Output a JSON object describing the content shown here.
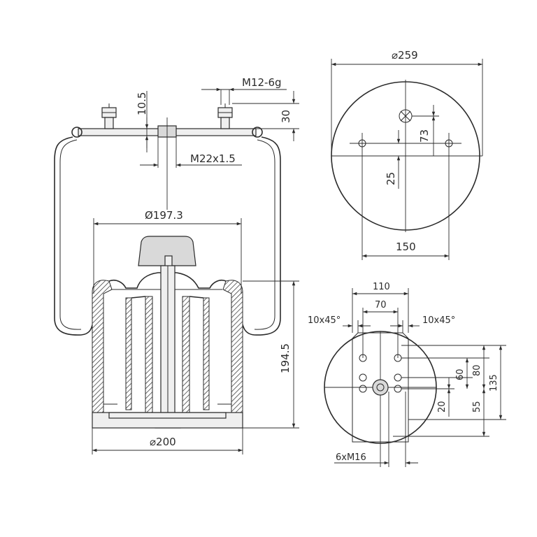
{
  "side_view": {
    "dims": {
      "top_plate_offset": "10.5",
      "stud_thread": "M12-6g",
      "stud_height": "30",
      "center_thread": "M22x1.5",
      "bellow_diameter": "Ø197.3",
      "height": "194.5",
      "piston_diameter": "⌀200"
    }
  },
  "top_view": {
    "dims": {
      "plate_diameter": "⌀259",
      "offset_73": "73",
      "offset_25": "25",
      "stud_spacing": "150"
    }
  },
  "bottom_view": {
    "dims": {
      "width_110": "110",
      "width_70": "70",
      "chamfer_left": "10x45°",
      "chamfer_right": "10x45°",
      "dim_60": "60",
      "dim_80": "80",
      "dim_135": "135",
      "dim_20": "20",
      "dim_55": "55",
      "threads": "6xM16"
    }
  }
}
